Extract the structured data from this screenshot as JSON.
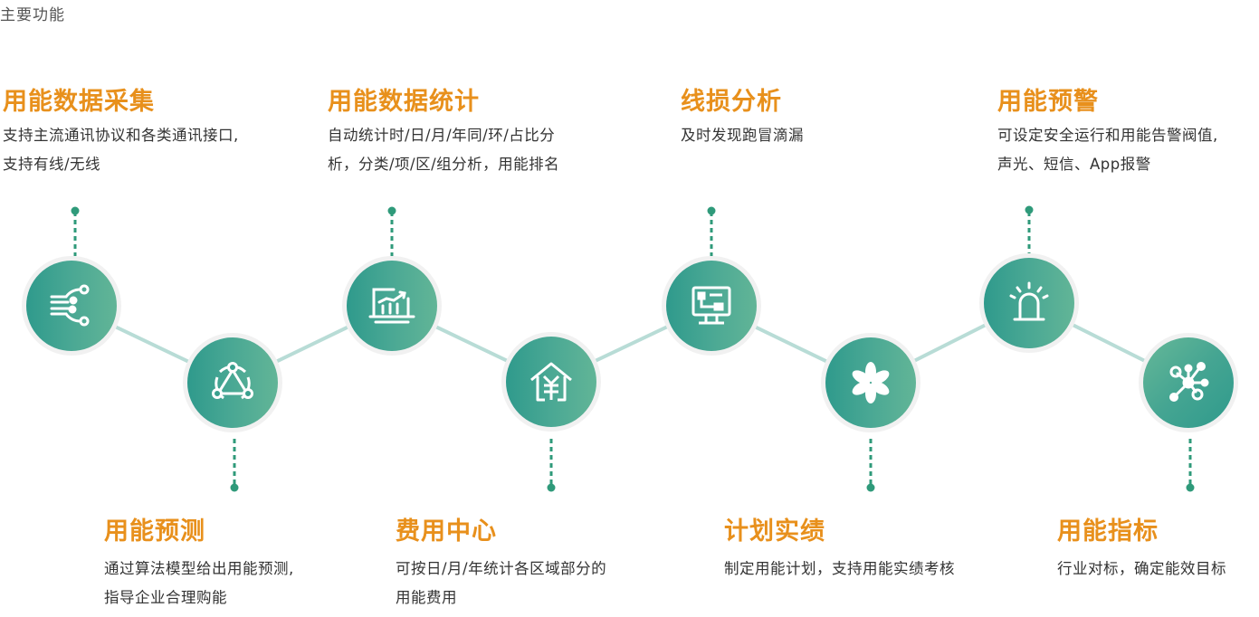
{
  "page": {
    "title": "主要功能"
  },
  "colors": {
    "accent": "#e8901c",
    "teal": "#2f9a8c",
    "teal_light": "#62b597",
    "line": "#b8dcd6",
    "dot": "#2f9a7a"
  },
  "features": [
    {
      "title": "用能数据采集",
      "desc": [
        "支持主流通讯协议和各类通讯接口,",
        "支持有线/无线"
      ],
      "icon": "circuit-icon"
    },
    {
      "title": "用能预测",
      "desc": [
        "通过算法模型给出用能预测,",
        "指导企业合理购能"
      ],
      "icon": "network-triangle-icon"
    },
    {
      "title": "用能数据统计",
      "desc": [
        "自动统计时/日/月/年同/环/占比分",
        "析，分类/项/区/组分析，用能排名"
      ],
      "icon": "bar-chart-icon"
    },
    {
      "title": "费用中心",
      "desc": [
        "可按日/月/年统计各区域部分的",
        "用能费用"
      ],
      "icon": "house-yen-icon"
    },
    {
      "title": "线损分析",
      "desc": [
        "及时发现跑冒滴漏"
      ],
      "icon": "monitor-flow-icon"
    },
    {
      "title": "计划实绩",
      "desc": [
        "制定用能计划，支持用能实绩考核"
      ],
      "icon": "flower-icon"
    },
    {
      "title": "用能预警",
      "desc": [
        "可设定安全运行和用能告警阀值,",
        "声光、短信、App报警"
      ],
      "icon": "alarm-light-icon"
    },
    {
      "title": "用能指标",
      "desc": [
        "行业对标，确定能效目标"
      ],
      "icon": "hub-icon"
    }
  ]
}
